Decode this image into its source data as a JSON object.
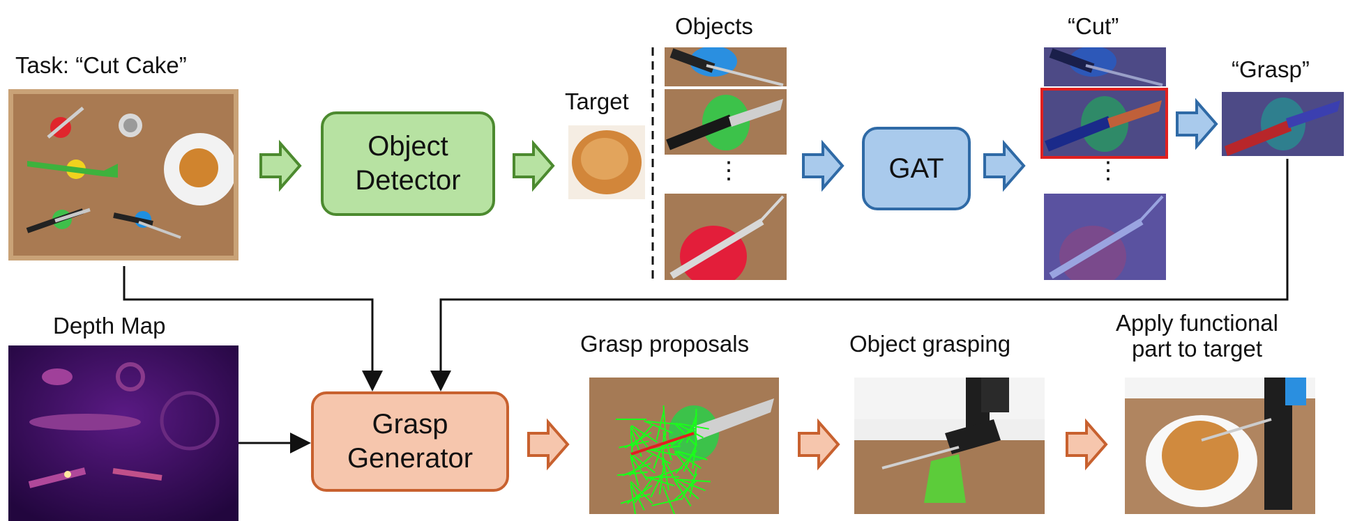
{
  "labels": {
    "task": "Task: “Cut Cake”",
    "target": "Target",
    "objects": "Objects",
    "cut": "“Cut”",
    "grasp": "“Grasp”",
    "depth_map": "Depth Map",
    "grasp_proposals": "Grasp proposals",
    "object_grasping": "Object grasping",
    "apply_line1": "Apply functional",
    "apply_line2": "part to target",
    "ellipsis": "⋮"
  },
  "boxes": {
    "object_detector_line1": "Object",
    "object_detector_line2": "Detector",
    "gat": "GAT",
    "grasp_generator_line1": "Grasp",
    "grasp_generator_line2": "Generator"
  },
  "colors": {
    "green_fill": "#b7e2a2",
    "green_stroke": "#4c8a2f",
    "blue_fill": "#a9caec",
    "blue_stroke": "#2f6aa6",
    "orange_fill": "#f6c6ad",
    "orange_stroke": "#c8612f",
    "highlight_red": "#e02020"
  }
}
